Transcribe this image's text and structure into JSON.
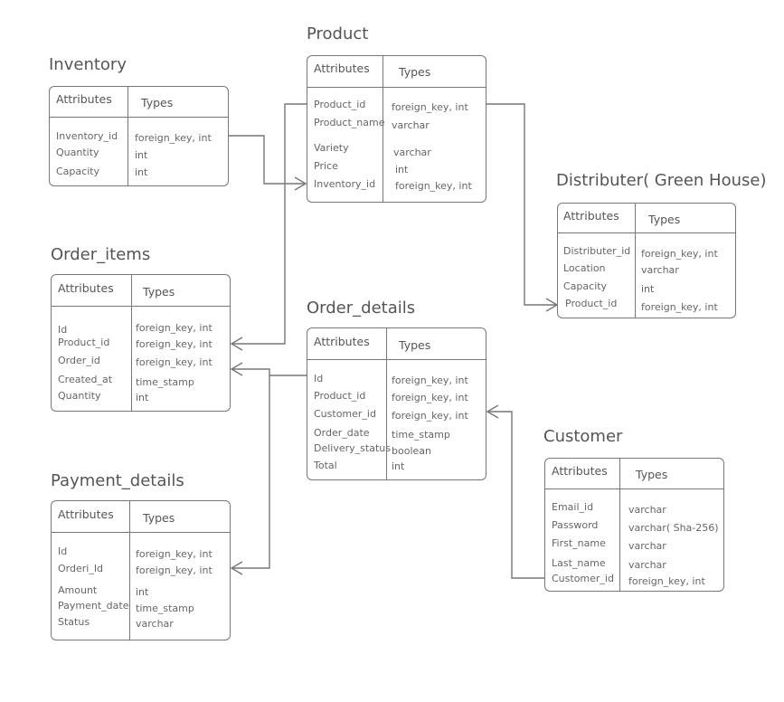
{
  "tables": {
    "inventory": {
      "title": "Inventory",
      "col_attr": "Attributes",
      "col_type": "Types",
      "rows": [
        {
          "name": "Inventory_id",
          "type": "foreign_key, int"
        },
        {
          "name": "Quantity",
          "type": "int"
        },
        {
          "name": "Capacity",
          "type": "int"
        }
      ]
    },
    "product": {
      "title": "Product",
      "col_attr": "Attributes",
      "col_type": "Types",
      "rows": [
        {
          "name": "Product_id",
          "type": "foreign_key, int"
        },
        {
          "name": "Product_name",
          "type": "varchar"
        },
        {
          "name": "Variety",
          "type": "varchar"
        },
        {
          "name": "Price",
          "type": "int"
        },
        {
          "name": "Inventory_id",
          "type": "foreign_key, int"
        }
      ]
    },
    "distributer": {
      "title": "Distributer( Green House)",
      "col_attr": "Attributes",
      "col_type": "Types",
      "rows": [
        {
          "name": "Distributer_id",
          "type": "foreign_key, int"
        },
        {
          "name": "Location",
          "type": "varchar"
        },
        {
          "name": "Capacity",
          "type": "int"
        },
        {
          "name": "Product_id",
          "type": "foreign_key, int"
        }
      ]
    },
    "order_items": {
      "title": "Order_items",
      "col_attr": "Attributes",
      "col_type": "Types",
      "rows": [
        {
          "name": "Id",
          "type": "foreign_key, int"
        },
        {
          "name": "Product_id",
          "type": "foreign_key, int"
        },
        {
          "name": "Order_id",
          "type": "foreign_key, int"
        },
        {
          "name": "Created_at",
          "type": "time_stamp"
        },
        {
          "name": "Quantity",
          "type": "int"
        }
      ]
    },
    "order_details": {
      "title": "Order_details",
      "col_attr": "Attributes",
      "col_type": "Types",
      "rows": [
        {
          "name": "Id",
          "type": "foreign_key, int"
        },
        {
          "name": "Product_id",
          "type": "foreign_key, int"
        },
        {
          "name": "Customer_id",
          "type": "foreign_key, int"
        },
        {
          "name": "Order_date",
          "type": "time_stamp"
        },
        {
          "name": "Delivery_status",
          "type": "boolean"
        },
        {
          "name": "Total",
          "type": "int"
        }
      ]
    },
    "customer": {
      "title": "Customer",
      "col_attr": "Attributes",
      "col_type": "Types",
      "rows": [
        {
          "name": "Email_id",
          "type": "varchar"
        },
        {
          "name": "Password",
          "type": "varchar( Sha-256)"
        },
        {
          "name": "First_name",
          "type": "varchar"
        },
        {
          "name": "Last_name",
          "type": "varchar"
        },
        {
          "name": "Customer_id",
          "type": "foreign_key, int"
        }
      ]
    },
    "payment_details": {
      "title": "Payment_details",
      "col_attr": "Attributes",
      "col_type": "Types",
      "rows": [
        {
          "name": "Id",
          "type": "foreign_key, int"
        },
        {
          "name": "Orderi_Id",
          "type": "foreign_key, int"
        },
        {
          "name": "Amount",
          "type": "int"
        },
        {
          "name": "Payment_date",
          "type": "time_stamp"
        },
        {
          "name": "Status",
          "type": "varchar"
        }
      ]
    }
  },
  "colors": {
    "line": "#777777",
    "text": "#555555"
  }
}
